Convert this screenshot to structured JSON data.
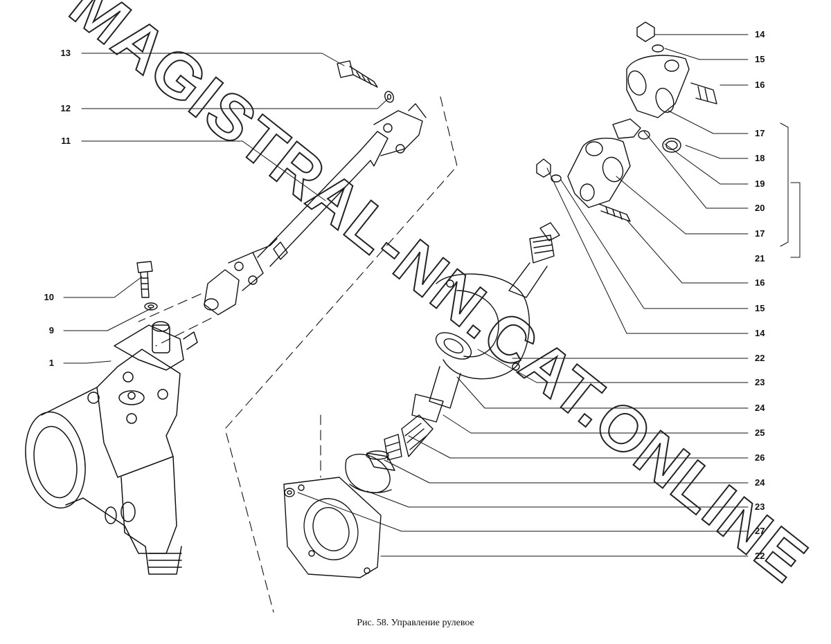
{
  "labels_left": [
    "13",
    "12",
    "11",
    "10",
    "9",
    "1"
  ],
  "labels_right": [
    "14",
    "15",
    "16",
    "17",
    "18",
    "19",
    "20",
    "17",
    "21",
    "16",
    "15",
    "14",
    "22",
    "23",
    "24",
    "25",
    "26",
    "24",
    "23",
    "27",
    "22"
  ],
  "caption": "Рис. 58. Управление рулевое",
  "watermark": "MAGISTRAL-NN.CAT.ONLINE",
  "colors": {
    "ink": "#111111",
    "watermark_stroke": "#222222"
  }
}
